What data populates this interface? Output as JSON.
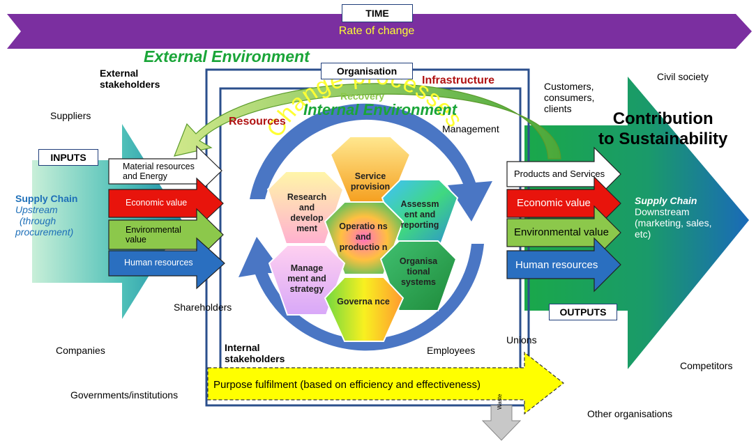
{
  "time": {
    "label": "TIME",
    "rate": "Rate of change"
  },
  "environment": {
    "external": "External Environment",
    "internal": "Internal Environment",
    "organisation": "Organisation",
    "infrastructure": "Infrastructure",
    "recovery": "Recovery",
    "resources": "Resources",
    "management": "Management",
    "change": "Change processes"
  },
  "stakeholders": {
    "external_line1": "External",
    "external_line2": "stakeholders",
    "suppliers": "Suppliers",
    "shareholders": "Shareholders",
    "companies": "Companies",
    "governments": "Governments/institutions",
    "internal_line1": "Internal",
    "internal_line2": "stakeholders",
    "employees": "Employees",
    "unions": "Unions",
    "customers_line1": "Customers,",
    "customers_line2": "consumers,",
    "customers_line3": "clients",
    "civil": "Civil society",
    "competitors": "Competitors",
    "other": "Other organisations"
  },
  "inputs": {
    "label": "INPUTS",
    "chain_title": "Supply Chain",
    "chain_line1": "Upstream",
    "chain_line2": "(through",
    "chain_line3": "procurement)",
    "material_line1": "Material resources",
    "material_line2": "and Energy",
    "economic": "Economic value",
    "environmental_line1": "Environmental",
    "environmental_line2": "value",
    "human": "Human resources"
  },
  "outputs": {
    "label": "OUTPUTS",
    "products": "Products and Services",
    "economic": "Economic value",
    "environmental": "Environmental value",
    "human": "Human resources",
    "contribution_line1": "Contribution",
    "contribution_line2": "to Sustainability",
    "chain_title": "Supply Chain",
    "chain_line1": "Downstream",
    "chain_line2": "(marketing, sales,",
    "chain_line3": "etc)"
  },
  "hexagons": {
    "service": "Service provision",
    "research": "Research and develop ment",
    "assessment": "Assessm ent and reporting",
    "operations": "Operatio ns and productio n",
    "management": "Manage ment and strategy",
    "organisational": "Organisa tional systems",
    "governance": "Governa nce"
  },
  "purpose": "Purpose fulfilment (based on efficiency and effectiveness)",
  "waste": "Waste",
  "colors": {
    "time_bar": "#7b2fa0",
    "rate_text": "#ffff33",
    "external_green": "#1aa538",
    "internal_green": "#1aa538",
    "infrastructure_red": "#b01212",
    "frame_blue": "#2b4f8c",
    "circle_blue": "#4a76c4",
    "economic_red": "#e8140c",
    "environmental_green": "#8cc84b",
    "human_blue": "#2a6fc0",
    "purpose_yellow": "#ffff00",
    "big_arrow_green": "#1e9e4a",
    "chain_blue": "#1d6fb8"
  }
}
